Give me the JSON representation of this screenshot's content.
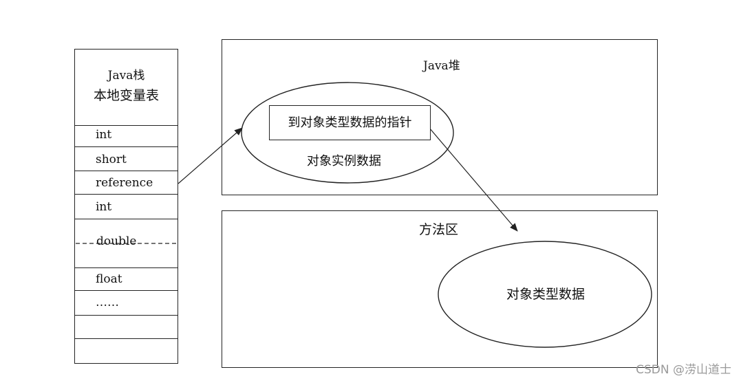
{
  "stack": {
    "title_line1": "Java栈",
    "title_line2": "本地变量表",
    "slots": [
      "int",
      "short",
      "reference",
      "int",
      "double",
      "",
      "float",
      "……",
      "",
      ""
    ]
  },
  "heap": {
    "title": "Java堆",
    "pointer_label": "到对象类型数据的指针",
    "instance_label": "对象实例数据"
  },
  "method_area": {
    "title": "方法区",
    "type_label": "对象类型数据"
  },
  "watermark": "CSDN @涝山道士"
}
